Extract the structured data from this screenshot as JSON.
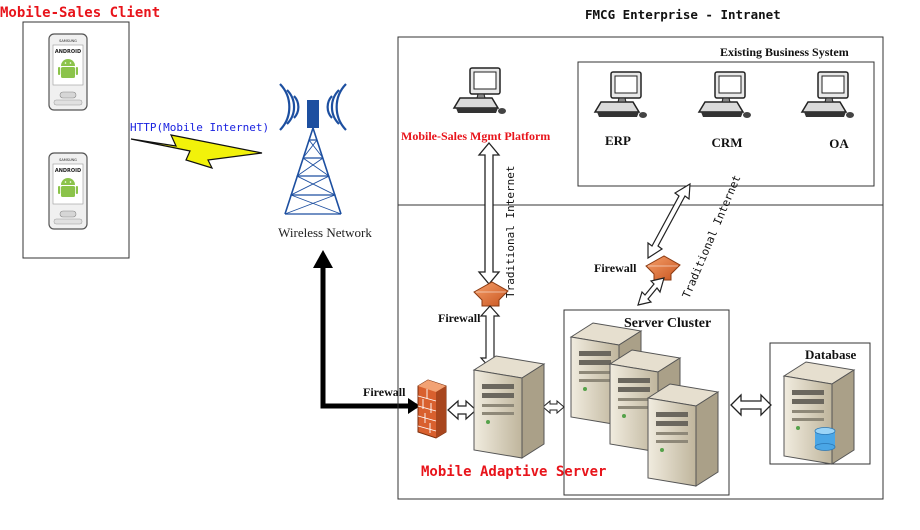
{
  "client": {
    "title": "Mobile-Sales Client",
    "phone_brand": "SAMSUNG",
    "phone_os": "ANDROID"
  },
  "link_label": "HTTP(Mobile Internet)",
  "wireless_label": "Wireless Network",
  "intranet_title": "FMCG Enterprise - Intranet",
  "existing_system": {
    "title": "Existing Business System",
    "apps": [
      "ERP",
      "CRM",
      "OA"
    ]
  },
  "mgmt_platform": "Mobile-Sales Mgmt Platform",
  "traditional_internet": "Traditional Internet",
  "firewall_label": "Firewall",
  "server_cluster": "Server Cluster",
  "database": "Database",
  "adaptive_server": "Mobile Adaptive Server",
  "colors": {
    "red_text": "#e8141b",
    "blue_text": "#1a22e0",
    "firewall": "#e0703a",
    "server": "#d8d0bd",
    "lightning": "#f2f20a"
  }
}
